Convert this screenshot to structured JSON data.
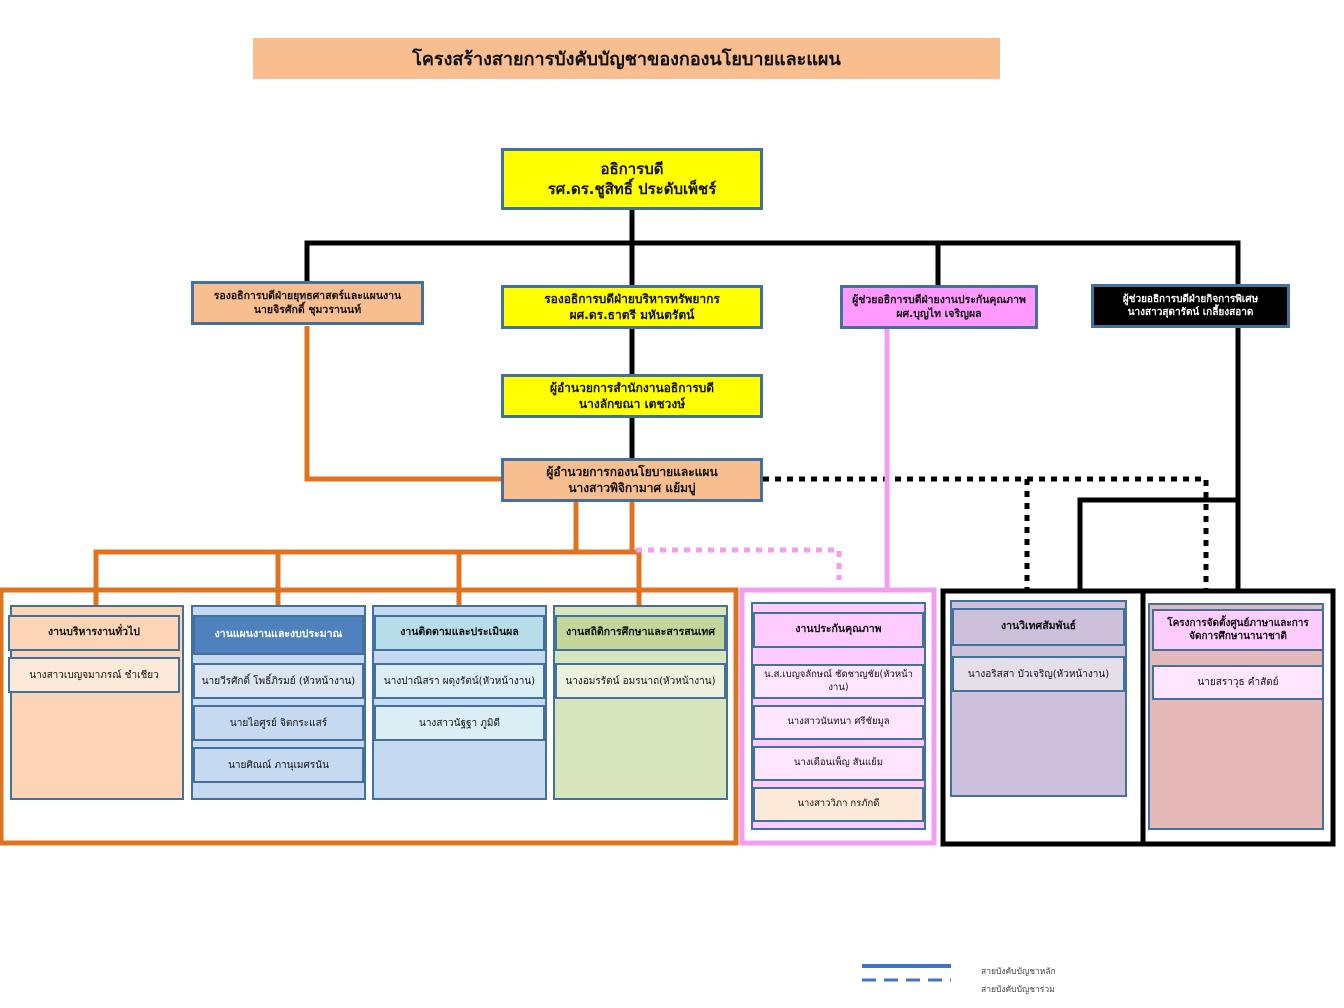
{
  "title": "โครงสร้างสายการบังคับบัญชาของกองนโยบายและแผน",
  "president": {
    "role": "อธิการบดี",
    "name": "รศ.ดร.ชูสิทธิ์   ประดับเพ็ชร์"
  },
  "vp_strategy": {
    "role": "รองอธิการบดีฝ่ายยุทธศาสตร์และแผนงาน",
    "name": "นายจิรศักดิ์   ชุมวรานนท์"
  },
  "vp_resources": {
    "role": "รองอธิการบดีฝ่ายบริหารทรัพยากร",
    "name": "ผศ.ดร.ธาตรี  มหันตรัตน์"
  },
  "asst_qa": {
    "role": "ผู้ช่วยอธิการบดีฝ่ายงานประกันคุณภาพ",
    "name": "ผศ.บุญไท   เจริญผล"
  },
  "asst_special": {
    "role": "ผู้ช่วยอธิการบดีฝ่ายกิจการพิเศษ",
    "name": "นางสาวสุดารัตน์ เกลี้ยงสอาด"
  },
  "office_director": {
    "role": "ผู้อำนวยการสำนักงานอธิการบดี",
    "name": "นางลักขณา เตชวงษ์"
  },
  "division_director": {
    "role": "ผู้อำนวยการกองนโยบายและแผน",
    "name": "นางสาวพิจิกามาศ   แย้มบู่"
  },
  "units": {
    "general": {
      "header": "งานบริหารงานทั่วไป",
      "staff": [
        "นางสาวเบญจมาภรณ์  ชำเชียว"
      ]
    },
    "planning": {
      "header": "งานแผนงานและงบประมาณ",
      "staff": [
        "นายวีรศักดิ์  โพธิ์ภิรมย์ (หัวหน้างาน)",
        "นายไอศูรย์  จิตกระแสร์",
        "นายศิณณ์  ภานุเมศรนัน"
      ]
    },
    "monitoring": {
      "header": "งานติดตามและประเมินผล",
      "staff": [
        "นางปาณิสรา  ผดุงรัตน์(หัวหน้างาน)",
        "นางสาวนัฐฐา  ภูมิดี"
      ]
    },
    "statistics": {
      "header": "งานสถิติการศึกษาและสารสนเทศ",
      "staff": [
        "นางอมรรัตน์  อมรนาถ(หัวหน้างาน)"
      ]
    },
    "qa": {
      "header": "งานประกันคุณภาพ",
      "staff": [
        "น.ส.เบญจลักษณ์ ชัดชาญชัย(หัวหน้างาน)",
        "นางสาวนันทนา    ศรีชัยมูล",
        "นางเดือนเพ็ญ  สันแย้ม",
        "นางสาววิภา   กรภักดี"
      ]
    },
    "relations": {
      "header": "งานวิเทศสัมพันธ์",
      "staff": [
        "นางอริสสา  บัวเจริญ(หัวหน้างาน)"
      ]
    },
    "language": {
      "header": "โครงการจัดตั้งศูนย์ภาษาและการจัดการศึกษานานาชาติ",
      "staff": [
        "นายสราวุธ คำสัตย์"
      ]
    }
  },
  "legend": {
    "solid": "สายบังคับบัญชาหลัก",
    "dashed": "สายบังคับบัญชาร่วม"
  },
  "colors": {
    "orange": "#e07320",
    "pink": "#f49cf0",
    "black": "#000000",
    "blue": "#4472c4"
  }
}
